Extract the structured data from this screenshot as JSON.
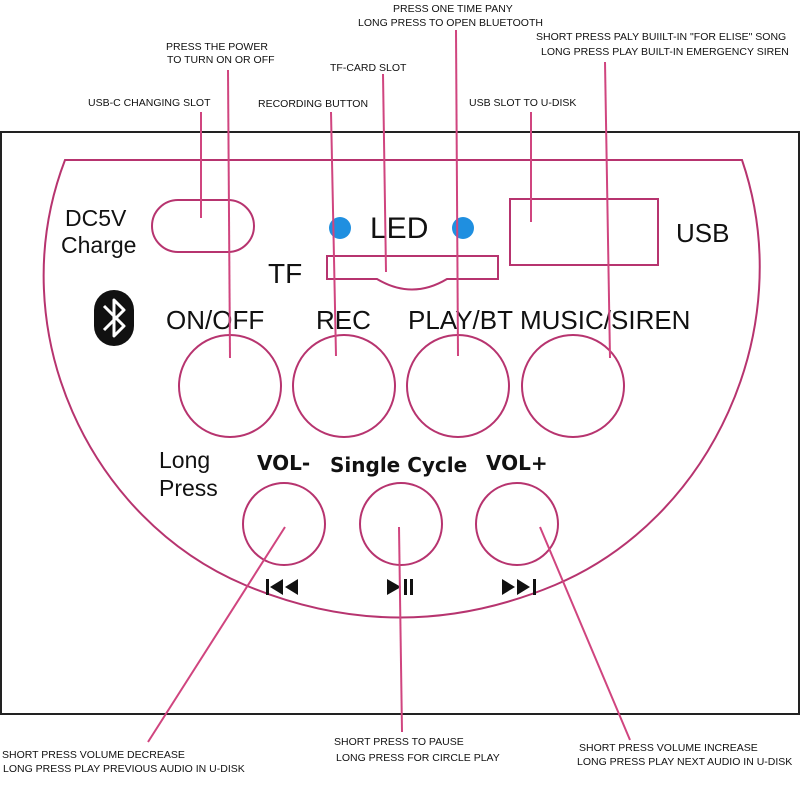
{
  "colors": {
    "outline": "#b7346f",
    "leader": "#d0457f",
    "led": "#1f8fe0",
    "frame": "#222222"
  },
  "callouts": {
    "usb_c_slot": "USB-C CHANGING SLOT",
    "power_line1": "PRESS THE POWER",
    "power_line2": "TO TURN ON OR OFF",
    "recording": "RECORDING BUTTON",
    "tf_slot": "TF-CARD SLOT",
    "play_line1": "PRESS ONE TIME PANY",
    "play_line2": "LONG PRESS TO OPEN BLUETOOTH",
    "usb_slot": "USB SLOT TO U-DISK",
    "music_line1": "SHORT PRESS PALY BUIILT-IN \"FOR ELISE\" SONG",
    "music_line2": "LONG PRESS PLAY BUILT-IN EMERGENCY SIREN",
    "vol_down_line1": "SHORT PRESS VOLUME DECREASE",
    "vol_down_line2": "LONG PRESS PLAY PREVIOUS AUDIO IN U-DISK",
    "pause_line1": "SHORT PRESS TO PAUSE",
    "pause_line2": "LONG PRESS FOR CIRCLE PLAY",
    "vol_up_line1": "SHORT PRESS VOLUME INCREASE",
    "vol_up_line2": "LONG PRESS PLAY NEXT AUDIO IN U-DISK"
  },
  "panel": {
    "dc5v": "DC5V",
    "charge": "Charge",
    "led": "LED",
    "tf": "TF",
    "usb": "USB",
    "bluetooth_icon": "bluetooth-icon",
    "on_off": "ON/OFF",
    "rec": "REC",
    "play_bt": "PLAY/BT",
    "music_siren": "MUSIC/SIREN",
    "long": "Long",
    "press": "Press",
    "vol_minus": "VOL-",
    "single_cycle": "Single Cycle",
    "vol_plus": "VOL+",
    "prev_icon": "previous-track-icon",
    "play_pause_icon": "play-pause-icon",
    "next_icon": "next-track-icon"
  }
}
